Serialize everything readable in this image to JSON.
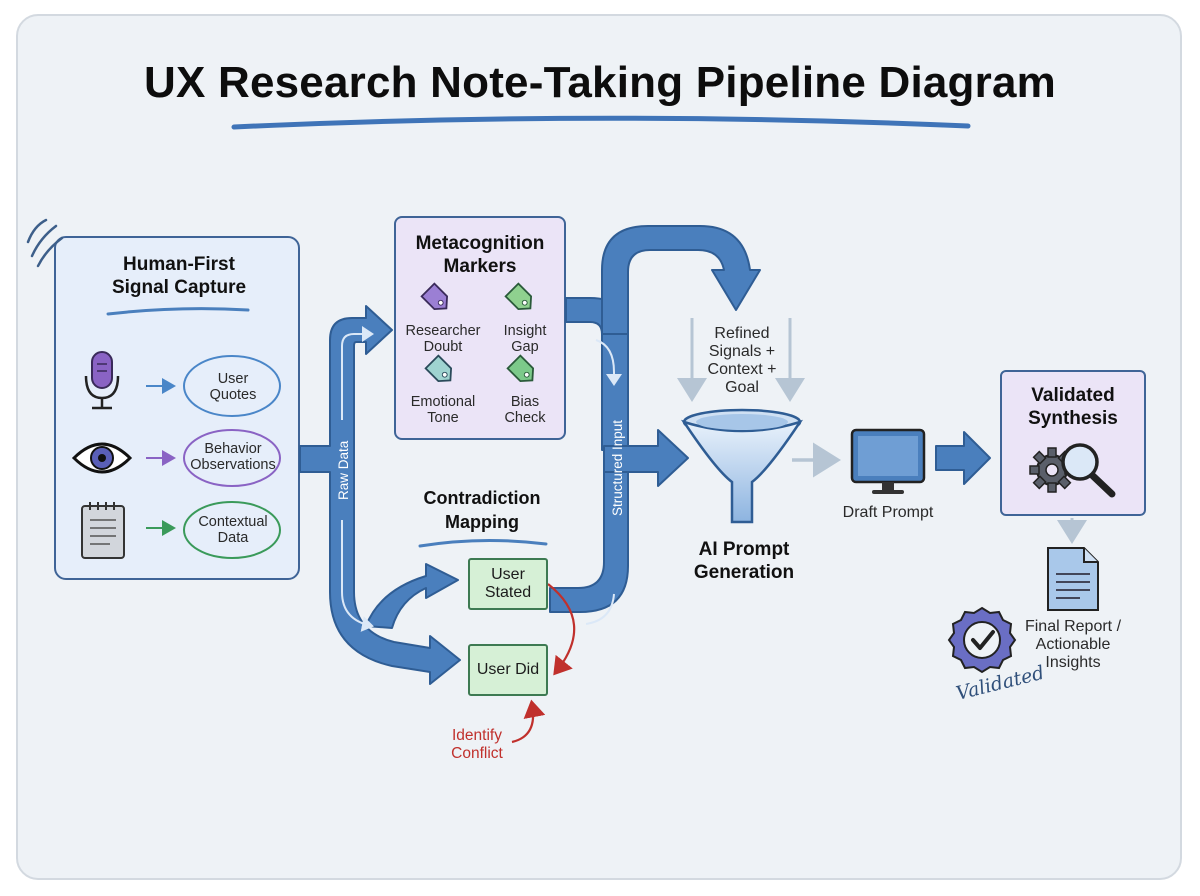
{
  "title": "UX Research Note-Taking Pipeline Diagram",
  "capture": {
    "heading": "Human-First Signal Capture",
    "items": [
      {
        "icon": "microphone-icon",
        "label": "User Quotes",
        "color": "#4a86c8"
      },
      {
        "icon": "eye-icon",
        "label": "Behavior Observations",
        "color": "#8a63c4"
      },
      {
        "icon": "notepad-icon",
        "label": "Contextual Data",
        "color": "#3a9a5a"
      }
    ]
  },
  "flow_labels": {
    "raw_data": "Raw Data",
    "structured_input": "Structured Input"
  },
  "metacognition": {
    "heading": "Metacognition Markers",
    "markers": [
      {
        "label": "Researcher Doubt",
        "color": "#9b7fd4"
      },
      {
        "label": "Insight Gap",
        "color": "#8fd18f"
      },
      {
        "label": "Emotional Tone",
        "color": "#9fd3d0"
      },
      {
        "label": "Bias Check",
        "color": "#7cc98a"
      }
    ]
  },
  "contradiction": {
    "heading": "Contradiction Mapping",
    "stated": "User Stated",
    "did": "User Did",
    "conflict": "Identify Conflict"
  },
  "prompt": {
    "inputs": "Refined Signals + Context + Goal",
    "label": "AI Prompt Generation"
  },
  "draft": {
    "label": "Draft Prompt"
  },
  "synthesis": {
    "heading": "Validated Synthesis"
  },
  "report": {
    "label": "Final Report / Actionable Insights",
    "stamp": "Validated"
  },
  "colors": {
    "flow_blue": "#4a7fbd",
    "conflict_red": "#c0302c",
    "panel_blue": "#e6eefa",
    "panel_purple": "#ebe4f7"
  }
}
